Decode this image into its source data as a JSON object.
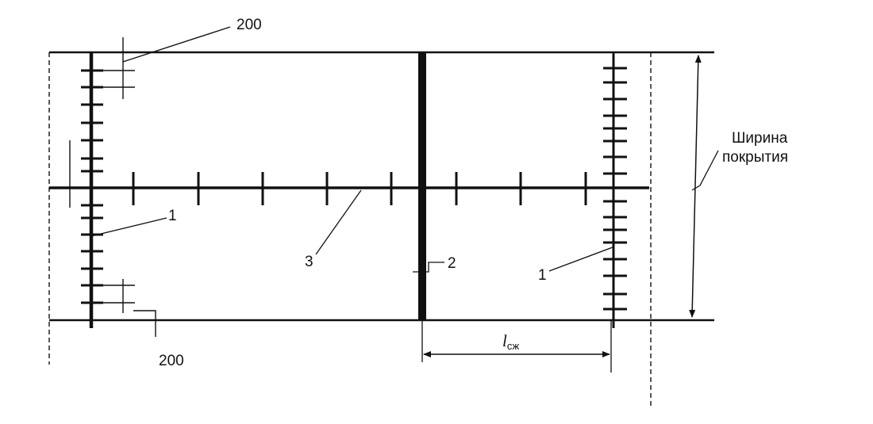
{
  "labels": {
    "dim_top": "200",
    "dim_bottom": "200",
    "dowel_left": "1",
    "dowel_right": "1",
    "joint": "2",
    "axis": "3",
    "width_line1": "Ширина",
    "width_line2": "покрытия",
    "length_main": "l",
    "length_sub": "сж"
  },
  "colors": {
    "ink": "#111111",
    "background": "#ffffff"
  }
}
